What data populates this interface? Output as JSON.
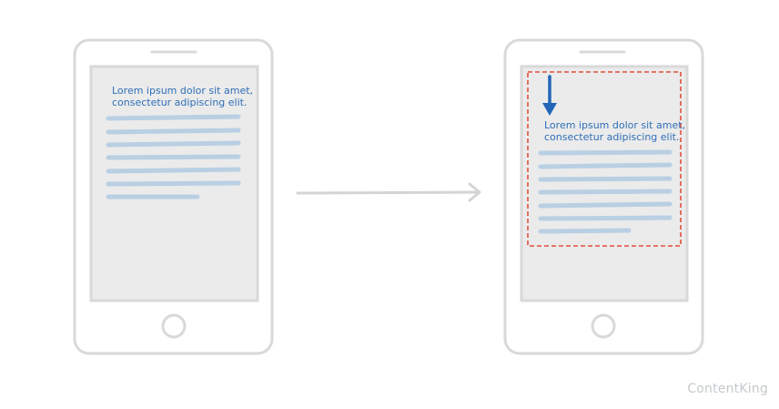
{
  "left_phone": {
    "text_line_1": "Lorem ipsum dolor sit amet,",
    "text_line_2": "consectetur adipiscing elit."
  },
  "right_phone": {
    "text_line_1": "Lorem ipsum dolor sit amet,",
    "text_line_2": "consectetur adipiscing elit."
  },
  "brand": "ContentKing",
  "colors": {
    "outline": "#d9d9d9",
    "screen": "#ebebeb",
    "text": "#2f6fb7",
    "placeholder_line": "#b9cfe3",
    "dashed_box": "#e2503c",
    "down_arrow": "#2266b8",
    "arrow": "#d4d4d4",
    "brand": "#c5c9cc"
  }
}
